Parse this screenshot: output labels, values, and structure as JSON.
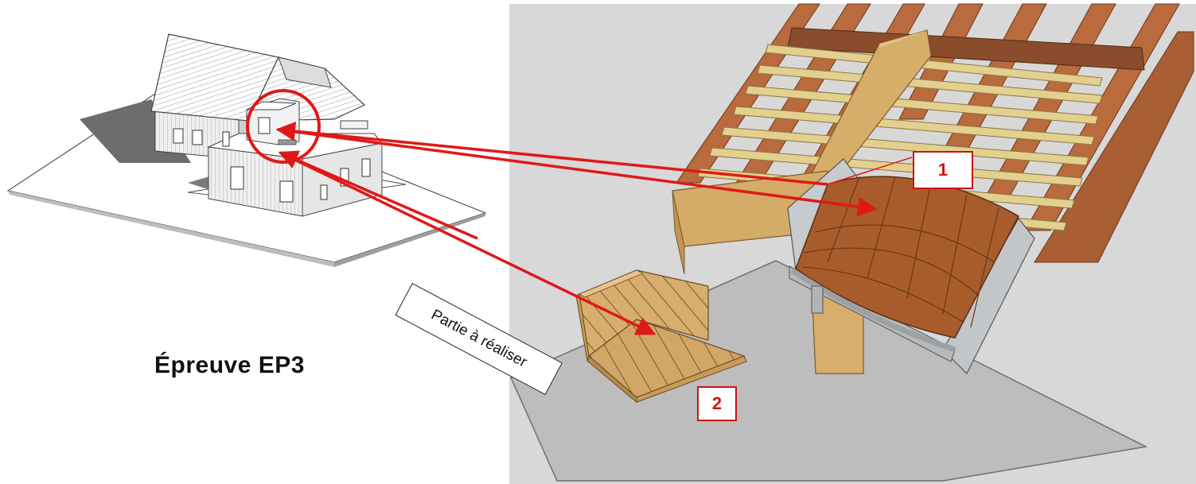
{
  "title": "Épreuve EP3",
  "callout": "Partie à réaliser",
  "markers": [
    "1",
    "2"
  ],
  "colors": {
    "accent_red": "#d31414",
    "background_panel": "#d9d9d9",
    "floor": "#b9b9b9",
    "rafter": "#b8693e",
    "batten": "#e0cc8a",
    "osb": "#d9b06c",
    "tile": "#a55a2a",
    "zinc": "#c9ccce"
  },
  "icons": [
    "house-perspective-drawing",
    "dormer-roof-model",
    "formwork-model",
    "pointer-arrow"
  ]
}
